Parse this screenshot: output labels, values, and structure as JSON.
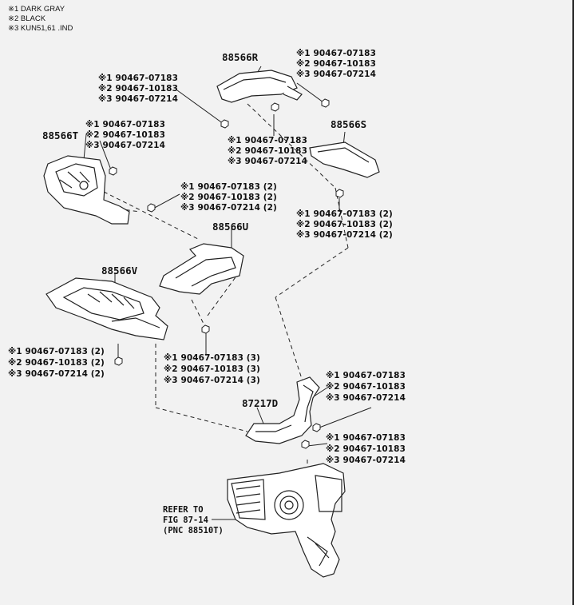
{
  "legend": [
    "※1 DARK GRAY",
    "※2 BLACK",
    "※3 KUN51,61 .IND"
  ],
  "parts": {
    "p88566R": "88566R",
    "p88566S": "88566S",
    "p88566T": "88566T",
    "p88566U": "88566U",
    "p88566V": "88566V",
    "p87217D": "87217D"
  },
  "callouts": {
    "c1": [
      "※1 90467-07183",
      "※2 90467-10183",
      "※3 90467-07214"
    ],
    "c2": [
      "※1 90467-07183",
      "※2 90467-10183",
      "※3 90467-07214"
    ],
    "c3": [
      "※1 90467-07183",
      "※2 90467-10183",
      "※3 90467-07214"
    ],
    "c4": [
      "※1 90467-07183",
      "※2 90467-10183",
      "※3 90467-07214"
    ],
    "c5": [
      "※1 90467-07183 (2)",
      "※2 90467-10183 (2)",
      "※3 90467-07214 (2)"
    ],
    "c6": [
      "※1 90467-07183 (2)",
      "※2 90467-10183 (2)",
      "※3 90467-07214 (2)"
    ],
    "c7": [
      "※1 90467-07183 (2)",
      "※2 90467-10183 (2)",
      "※3 90467-07214 (2)"
    ],
    "c8": [
      "※1 90467-07183 (3)",
      "※2 90467-10183 (3)",
      "※3 90467-07214 (3)"
    ],
    "c9": [
      "※1 90467-07183",
      "※2 90467-10183",
      "※3 90467-07214"
    ],
    "c10": [
      "※1 90467-07183",
      "※2 90467-10183",
      "※3 90467-07214"
    ]
  },
  "reference": [
    "REFER TO",
    "FIG 87-14",
    "(PNC 88510T)"
  ]
}
